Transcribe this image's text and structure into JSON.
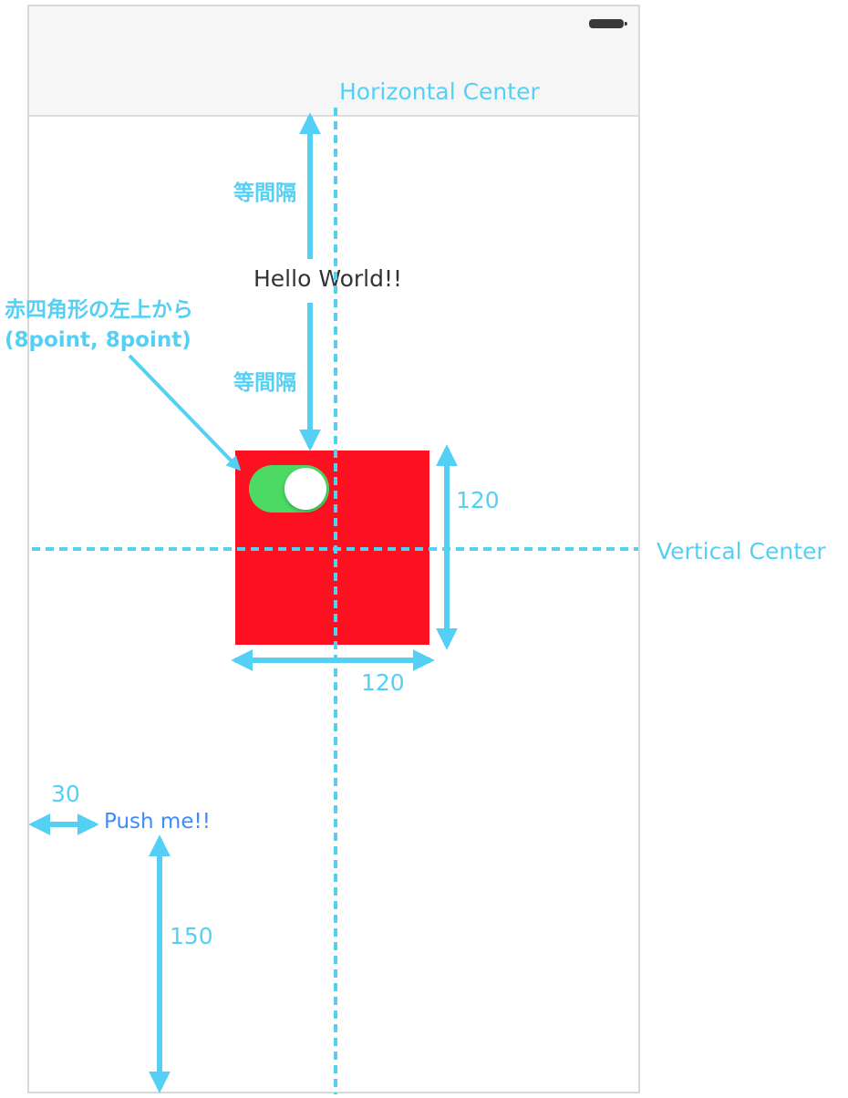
{
  "device": {
    "battery_icon": "battery-icon"
  },
  "ui": {
    "hello_label": "Hello World!!",
    "push_button_label": "Push me!!",
    "toggle_state": "on",
    "square_color": "#fd1020",
    "toggle_color": "#4cd964",
    "button_color": "#3d8bff"
  },
  "annotations": {
    "horizontal_center": "Horizontal Center",
    "vertical_center": "Vertical Center",
    "equal_spacing_top": "等間隔",
    "equal_spacing_bottom": "等間隔",
    "toggle_offset_line1": "赤四角形の左上から",
    "toggle_offset_line2": "(8point, 8point)",
    "square_height": "120",
    "square_width": "120",
    "button_left_margin": "30",
    "button_bottom_margin": "150",
    "annotation_color": "#55d0f5"
  }
}
